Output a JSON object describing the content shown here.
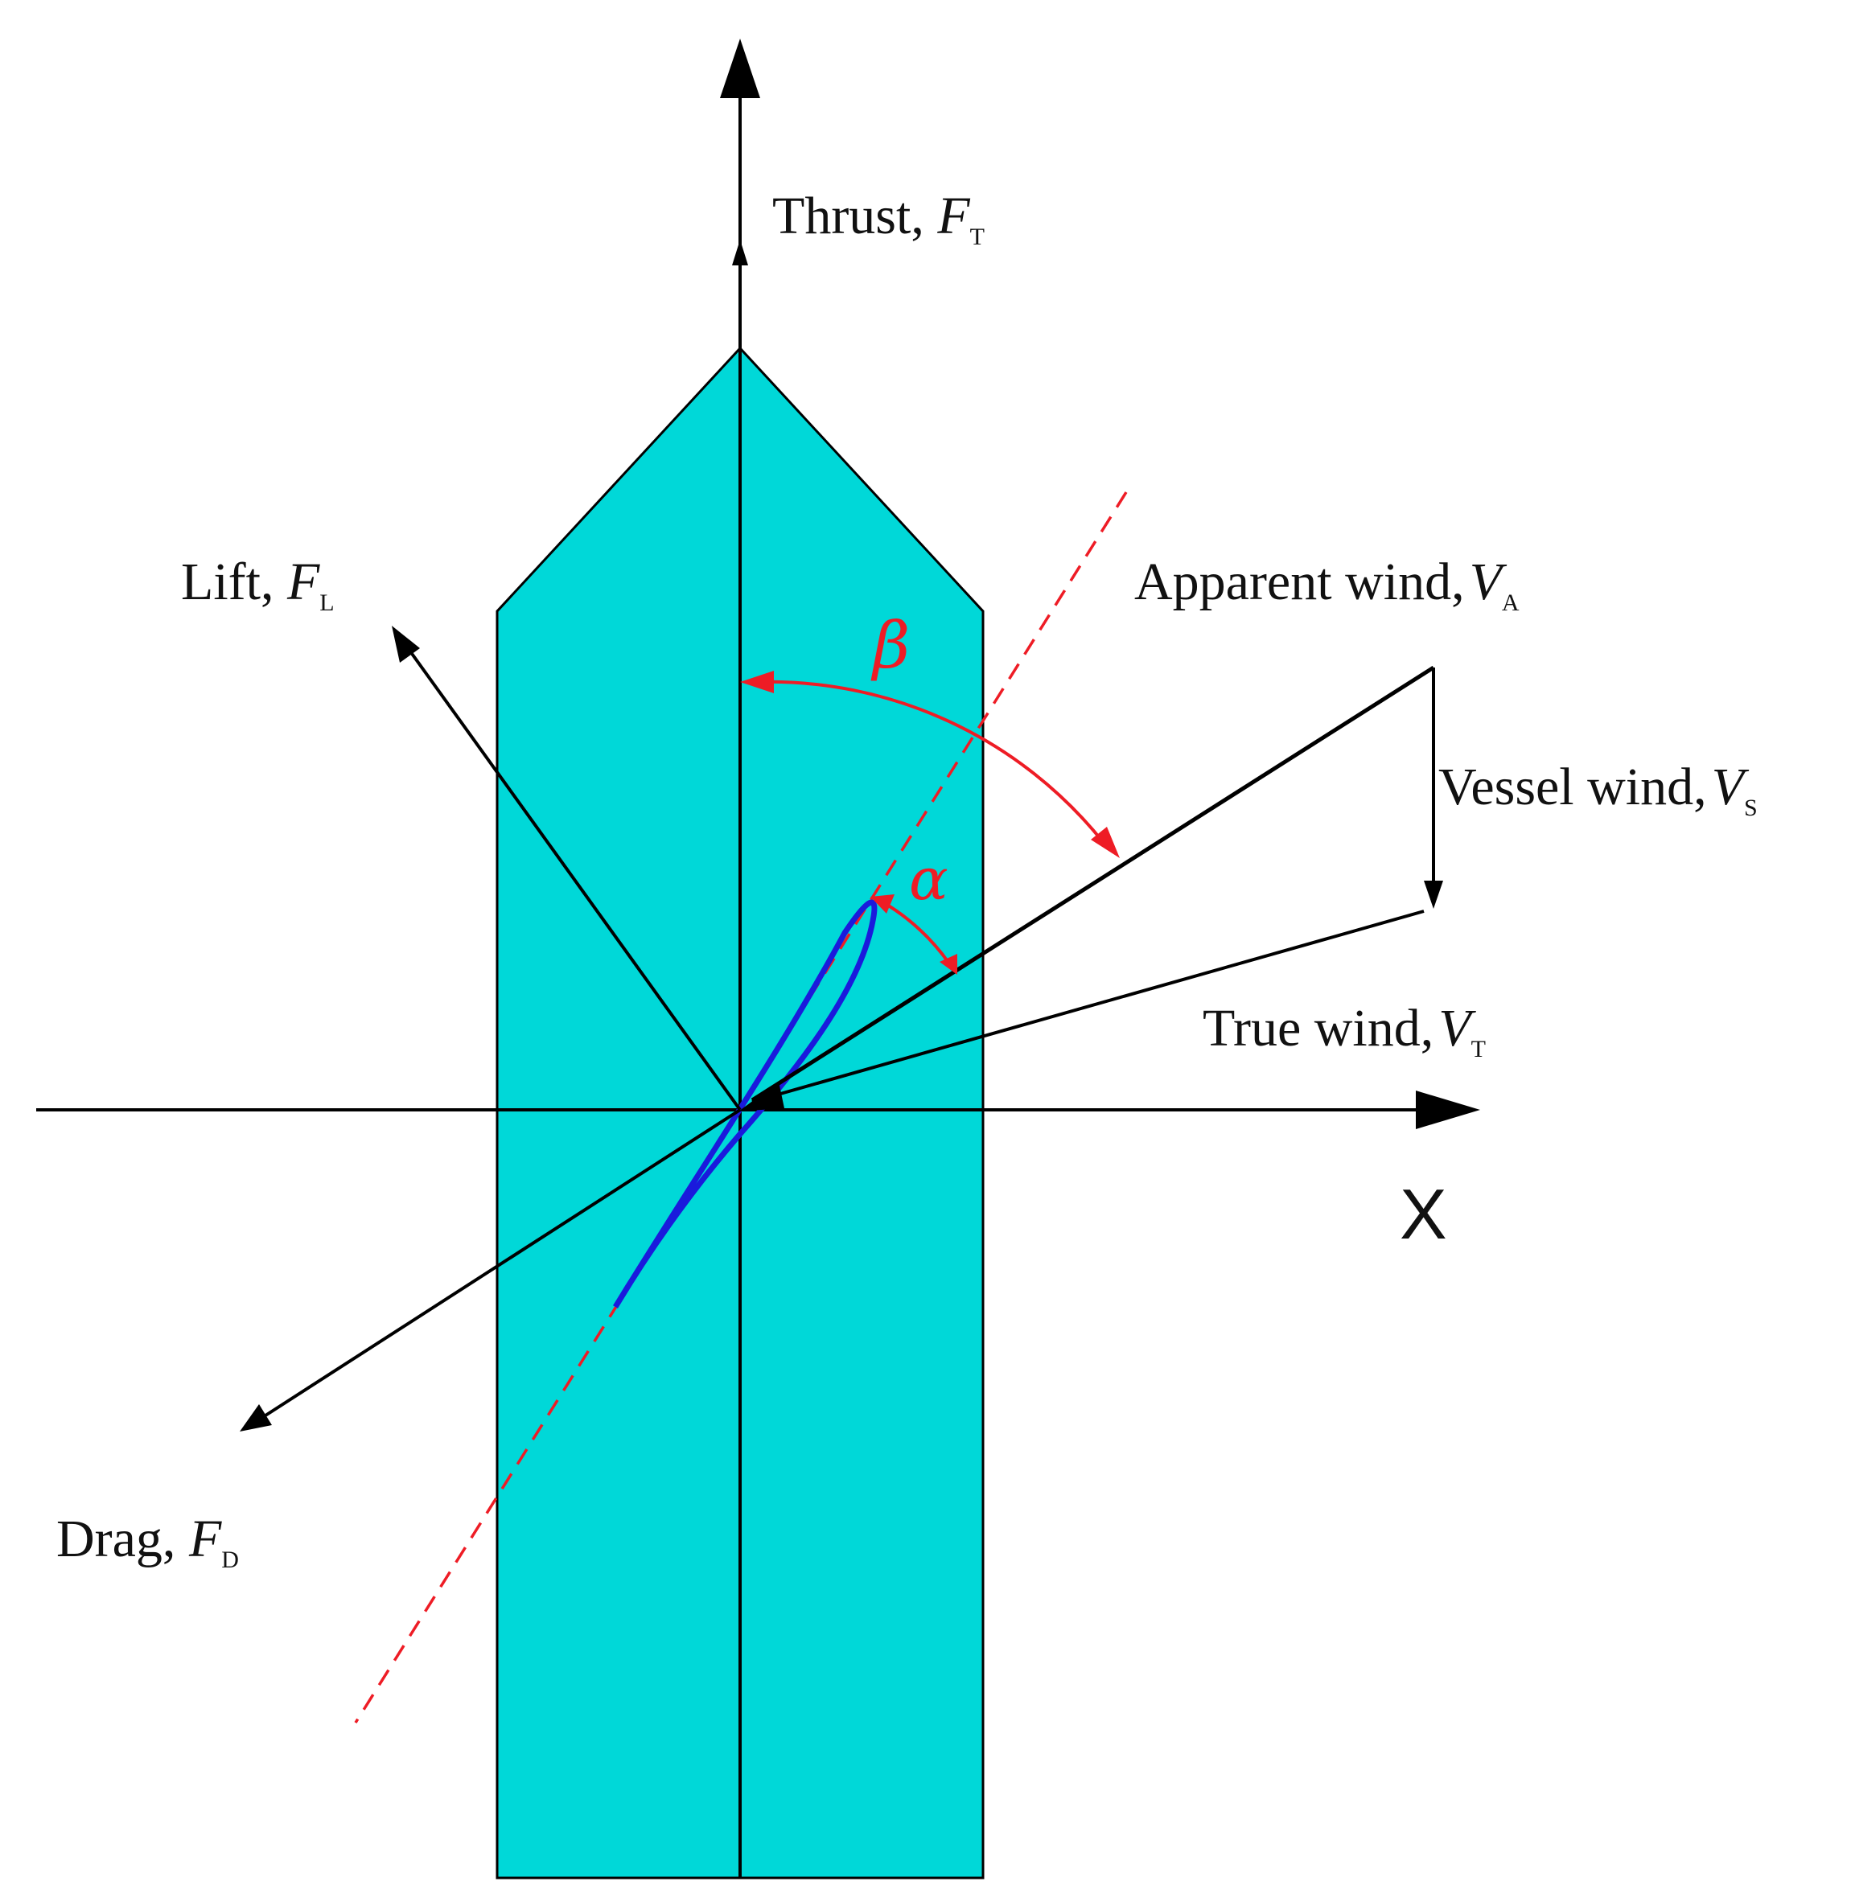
{
  "labels": {
    "thrust": {
      "text": "Thrust, ",
      "sym": "F",
      "sub": "T"
    },
    "lift": {
      "text": "Lift, ",
      "sym": "F",
      "sub": "L"
    },
    "drag": {
      "text": "Drag, ",
      "sym": "F",
      "sub": "D"
    },
    "apparent_wind": {
      "text": "Apparent wind,",
      "sym": "V",
      "sub": "A"
    },
    "vessel_wind": {
      "text": "Vessel wind,",
      "sym": "V",
      "sub": "S"
    },
    "true_wind": {
      "text": "True wind,",
      "sym": "V",
      "sub": "T"
    },
    "x_axis": "X",
    "beta": "β",
    "alpha": "α"
  },
  "colors": {
    "hull": "#00d8d8",
    "wing_outline": "#1a1adc",
    "angle_red": "#ee1c25",
    "line": "#000000"
  }
}
